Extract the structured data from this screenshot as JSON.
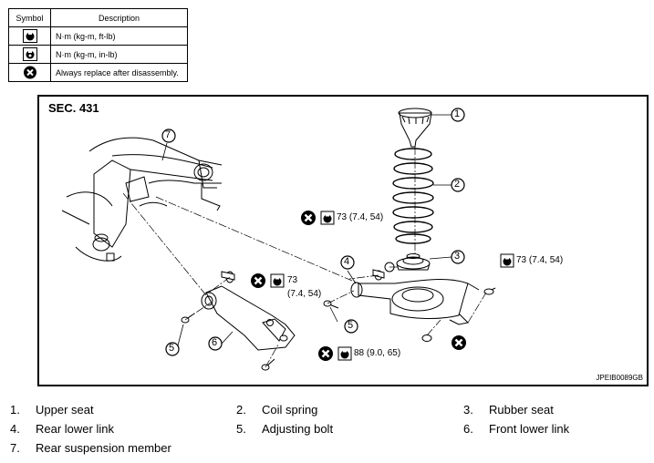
{
  "legend": {
    "header_symbol": "Symbol",
    "header_description": "Description",
    "rows": [
      {
        "icon": "torque-wrench-icon",
        "description": "N·m (kg-m, ft-lb)"
      },
      {
        "icon": "torque-wrench-inlb-icon",
        "description": "N·m (kg-m, in-lb)"
      },
      {
        "icon": "always-replace-icon",
        "description": "Always replace after disassembly."
      }
    ]
  },
  "figure": {
    "section": "SEC. 431",
    "code": "JPEIB0089GB",
    "callouts": [
      "1",
      "2",
      "3",
      "4",
      "5",
      "5",
      "6",
      "7"
    ],
    "torques": {
      "t_link_top": "73 (7.4, 54)",
      "t_right": "73 (7.4, 54)",
      "t_front_num": "73",
      "t_front_val": "(7.4, 54)",
      "t_bottom": "88 (9.0, 65)"
    }
  },
  "parts": [
    {
      "num": "1.",
      "name": "Upper seat"
    },
    {
      "num": "2.",
      "name": "Coil spring"
    },
    {
      "num": "3.",
      "name": "Rubber seat"
    },
    {
      "num": "4.",
      "name": "Rear lower link"
    },
    {
      "num": "5.",
      "name": "Adjusting bolt"
    },
    {
      "num": "6.",
      "name": "Front lower link"
    },
    {
      "num": "7.",
      "name": "Rear suspension member"
    }
  ],
  "colors": {
    "line": "#000000",
    "background": "#ffffff"
  }
}
